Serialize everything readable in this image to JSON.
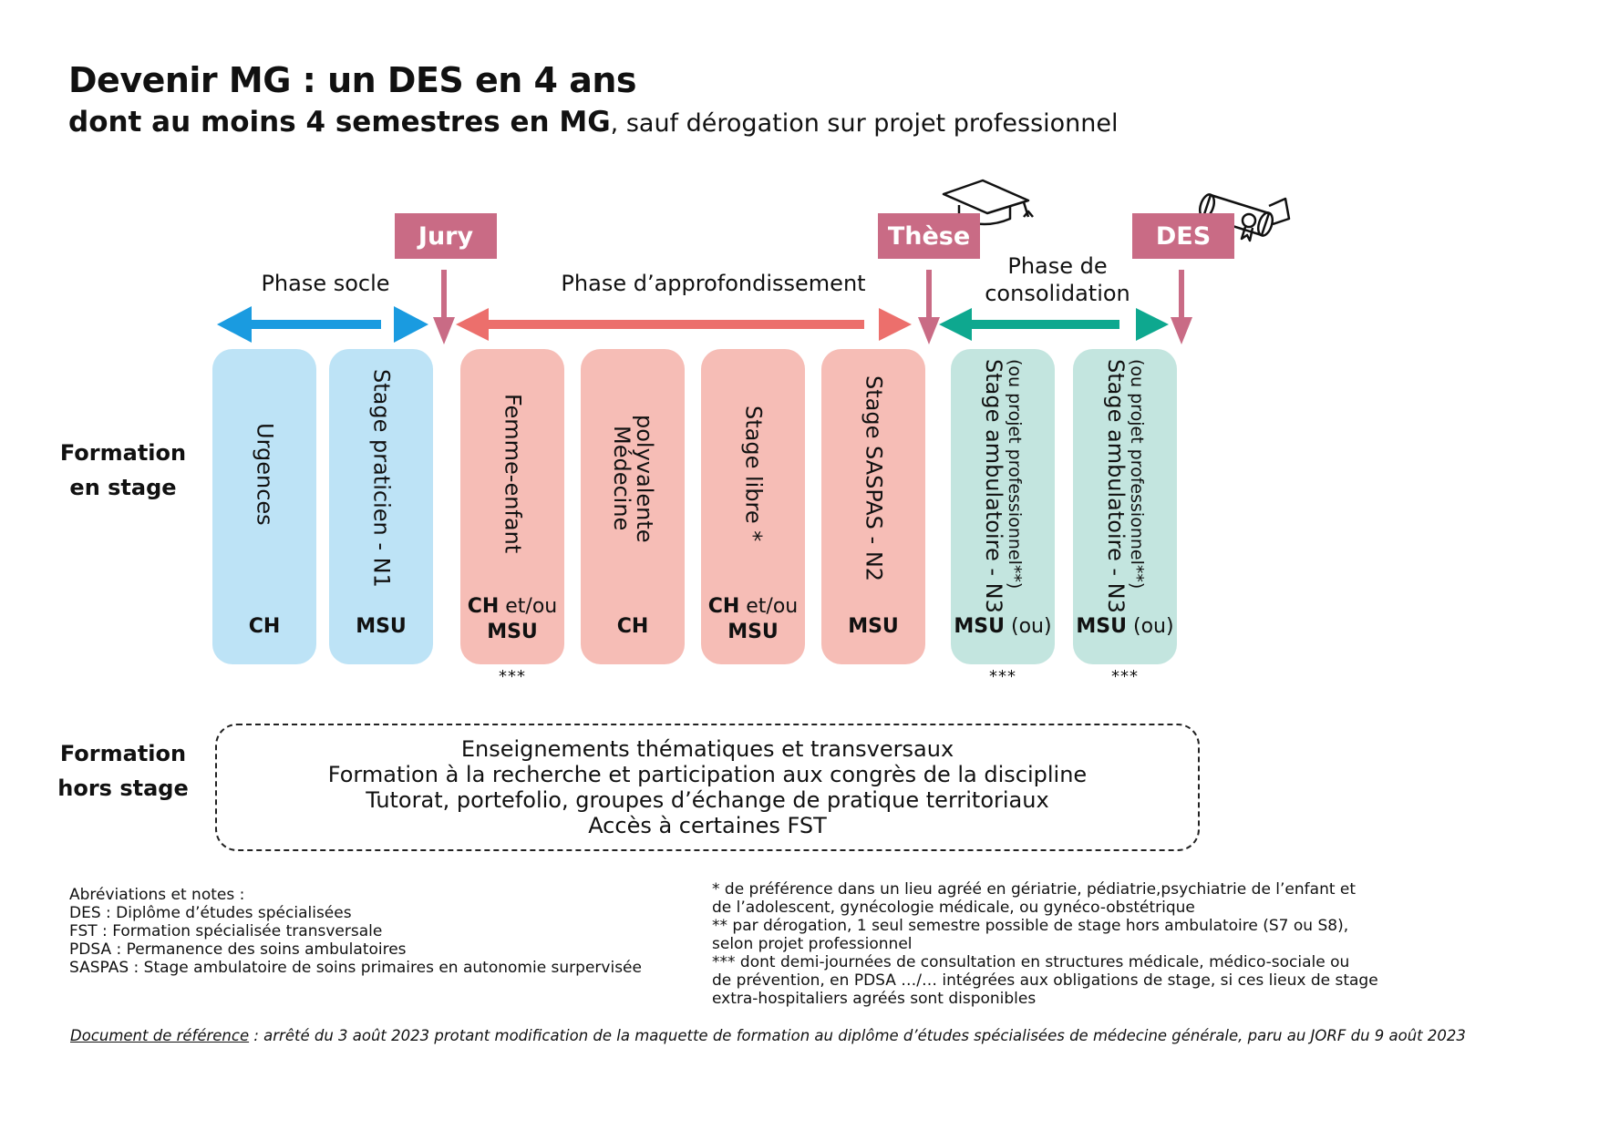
{
  "title": "Devenir MG : un DES en 4 ans",
  "subtitle": {
    "bold": "dont au moins 4 semestres en MG",
    "rest": ", sauf dérogation sur projet professionnel"
  },
  "milestones": {
    "jury": "Jury",
    "these": "Thèse",
    "des": "DES"
  },
  "phases": {
    "socle": "Phase socle",
    "approfondissement": "Phase d’approfondissement",
    "consolidation_line1": "Phase de",
    "consolidation_line2": "consolidation"
  },
  "colors": {
    "milestone": "#c96b85",
    "arrow_socle": "#1a9be0",
    "arrow_approfondissement": "#ec6f6c",
    "arrow_consolidation": "#0ea88f",
    "stage_socle": "#bde3f6",
    "stage_approfondissement": "#f6bdb6",
    "stage_consolidation": "#c3e5df"
  },
  "row_labels": {
    "stage_line1": "Formation",
    "stage_line2": "en stage",
    "hors_line1": "Formation",
    "hors_line2": "hors stage"
  },
  "stages": [
    {
      "label": "Urgences",
      "site_bold": "CH"
    },
    {
      "label": "Stage praticien - N1",
      "site_bold": "MSU"
    },
    {
      "label": "Femme-enfant",
      "site_bold": "CH",
      "site_normal": " et/ou",
      "site_bold2": "MSU",
      "note": "***"
    },
    {
      "label_line1": "Médecine",
      "label_line2": "polyvalente",
      "site_bold": "CH"
    },
    {
      "label": "Stage libre *",
      "site_bold": "CH",
      "site_normal": " et/ou",
      "site_bold2": "MSU"
    },
    {
      "label": "Stage SASPAS - N2",
      "site_bold": "MSU"
    },
    {
      "label": "Stage ambulatoire - N3",
      "sublabel": "(ou projet professionnel**)",
      "site_bold": "MSU",
      "site_normal": " (ou)",
      "note": "***"
    },
    {
      "label": "Stage ambulatoire - N3",
      "sublabel": "(ou projet professionnel**)",
      "site_bold": "MSU",
      "site_normal": " (ou)",
      "note": "***"
    }
  ],
  "hors_stage": [
    "Enseignements thématiques et transversaux",
    "Formation à la recherche et participation aux congrès de la discipline",
    "Tutorat, portefolio, groupes d’échange de pratique territoriaux",
    "Accès à certaines FST"
  ],
  "abbreviations": {
    "heading": "Abréviations et notes :",
    "items": [
      "DES : Diplôme d’études spécialisées",
      "FST : Formation spécialisée transversale",
      "PDSA : Permanence des soins ambulatoires",
      "SASPAS : Stage ambulatoire de soins primaires en autonomie surpervisée"
    ]
  },
  "footnotes": [
    "* de préférence dans un lieu agréé en gériatrie, pédiatrie,psychiatrie de l’enfant et",
    "de l’adolescent, gynécologie médicale, ou gynéco-obstétrique",
    "** par dérogation, 1 seul semestre possible de stage hors ambulatoire (S7 ou S8),",
    "selon projet professionnel",
    "*** dont demi-journées de consultation en structures médicale, médico-sociale ou",
    "de prévention, en PDSA …/… intégrées aux obligations de stage, si ces lieux de stage",
    "extra-hospitaliers agréés sont disponibles"
  ],
  "reference": {
    "label": "Document de référence",
    "text": " : arrêté du 3 août 2023 protant modification de la maquette de formation au diplôme d’études spécialisées de médecine générale, paru au JORF du 9 août 2023"
  },
  "icons": {
    "these": "graduation-cap-icon",
    "des": "diploma-scroll-icon"
  }
}
